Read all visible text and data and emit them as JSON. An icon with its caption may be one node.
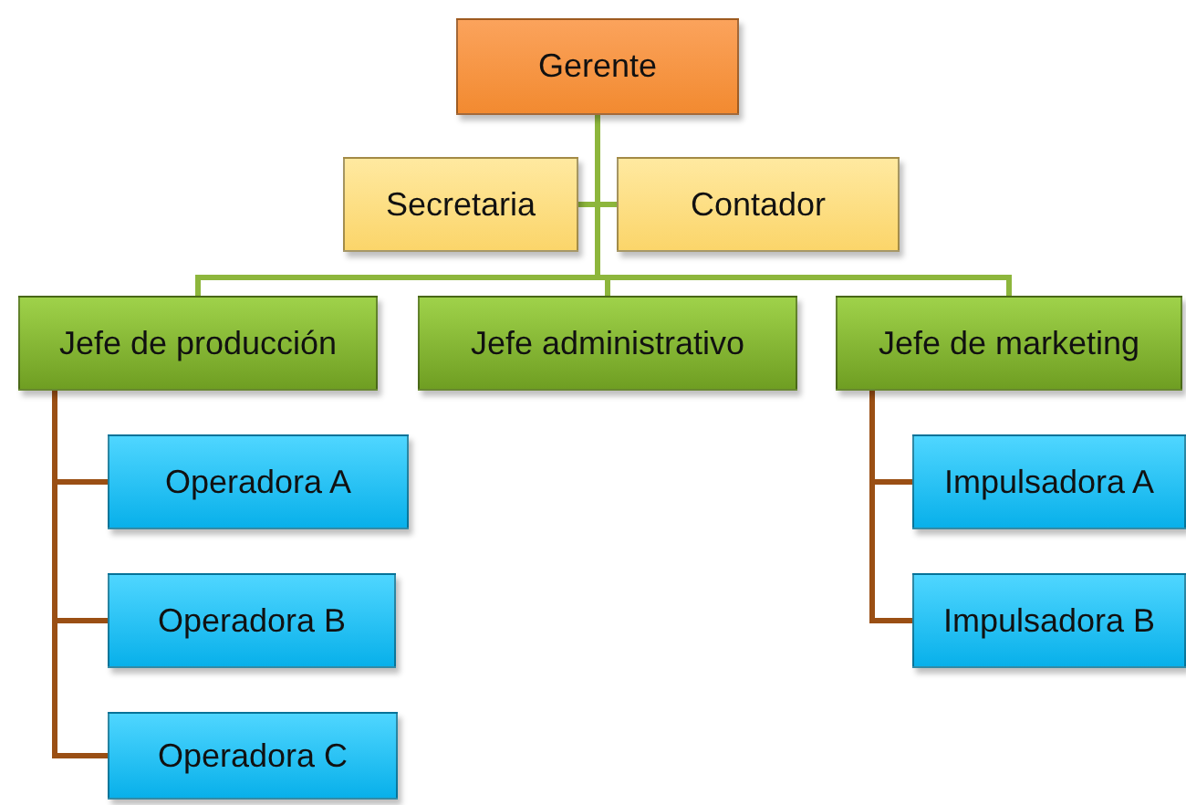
{
  "diagram": {
    "nodes": [
      {
        "text": [
          "Gerente"
        ]
      },
      {
        "text": [
          "Secretaria"
        ]
      },
      {
        "text": [
          "Contador"
        ]
      },
      {
        "text": [
          "Jefe de producción"
        ]
      },
      {
        "text": [
          "Jefe administrativo"
        ]
      },
      {
        "text": [
          "Jefe de marketing"
        ]
      },
      {
        "text": [
          "Operadora A"
        ]
      },
      {
        "text": [
          "Operadora B"
        ]
      },
      {
        "text": [
          "Operadora C"
        ]
      },
      {
        "text": [
          "Impulsadora A"
        ]
      },
      {
        "text": [
          "Impulsadora B"
        ]
      }
    ],
    "edges": [
      {
        "from": 0,
        "to": 1,
        "arrow": "none"
      },
      {
        "from": 0,
        "to": 2,
        "arrow": "none"
      },
      {
        "from": 0,
        "to": 3,
        "arrow": "none"
      },
      {
        "from": 0,
        "to": 4,
        "arrow": "none"
      },
      {
        "from": 0,
        "to": 5,
        "arrow": "none"
      },
      {
        "from": 3,
        "to": 6,
        "arrow": "none",
        "color": "#9a4f14"
      },
      {
        "from": 3,
        "to": 7,
        "arrow": "none",
        "color": "#9a4f14"
      },
      {
        "from": 3,
        "to": 8,
        "arrow": "none",
        "color": "#9a4f14"
      },
      {
        "from": 5,
        "to": 9,
        "arrow": "none",
        "color": "#9a4f14"
      },
      {
        "from": 5,
        "to": 10,
        "arrow": "none",
        "color": "#9a4f14"
      }
    ]
  }
}
